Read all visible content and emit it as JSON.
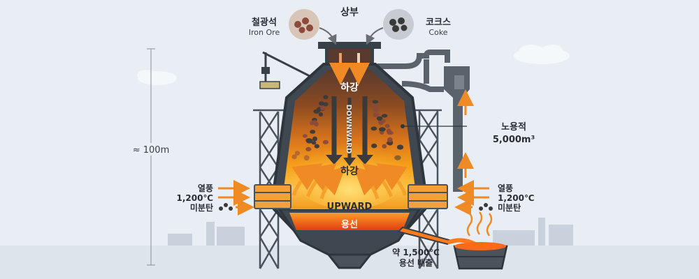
{
  "top": {
    "label": "상부"
  },
  "inputs": {
    "iron_ore": {
      "label_ko": "철광석",
      "label_en": "Iron Ore"
    },
    "coke": {
      "label_ko": "코크스",
      "label_en": "Coke"
    }
  },
  "height": {
    "label": "≈ 100m"
  },
  "furnace": {
    "descend_upper": "하강",
    "descend_lower": "하강",
    "downward": "DOWNWARD",
    "upward": "UPWARD",
    "molten_iron": "용선",
    "volume_label": "노용적",
    "volume_value": "5,000m³"
  },
  "blast": {
    "left": {
      "hot_air": "열풍",
      "temp": "1,200℃",
      "pulverized_coal": "미분탄"
    },
    "right": {
      "hot_air": "열풍",
      "temp": "1,200℃",
      "pulverized_coal": "미분탄"
    }
  },
  "tapping": {
    "temp": "약 1,500℃",
    "label": "용선 배출"
  },
  "colors": {
    "background": "#e9eef4",
    "shell": "#4a525c",
    "shell_dark": "#2f353d",
    "hot_core": "#f7a21a",
    "molten": "#ff6a1a",
    "ore": "#8b4a3a",
    "coke": "#3a3a3a",
    "arrow_orange": "#f08a24",
    "arrow_dark": "#3a3a3a"
  }
}
